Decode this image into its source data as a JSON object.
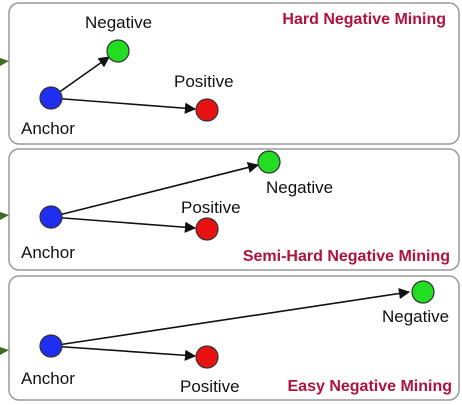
{
  "colors": {
    "anchor": "#1f2ef0",
    "positive": "#e81212",
    "negative": "#23dd23",
    "title": "#b0123c",
    "connector": "#3f6b22"
  },
  "panels": [
    {
      "title": "Hard Negative Mining",
      "anchor_label": "Anchor",
      "positive_label": "Positive",
      "negative_label": "Negative"
    },
    {
      "title": "Semi-Hard Negative Mining",
      "anchor_label": "Anchor",
      "positive_label": "Positive",
      "negative_label": "Negative"
    },
    {
      "title": "Easy Negative Mining",
      "anchor_label": "Anchor",
      "positive_label": "Positive",
      "negative_label": "Negative"
    }
  ]
}
